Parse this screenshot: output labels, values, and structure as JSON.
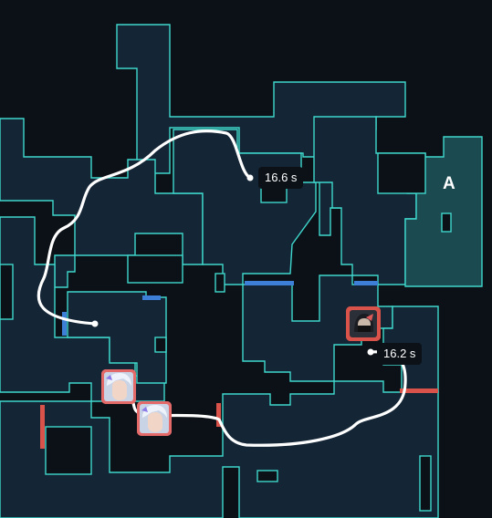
{
  "map": {
    "site_label": "A",
    "colors": {
      "background": "#0b1117",
      "room_fill": "#142536",
      "outline": "#3fd7cc",
      "site_fill": "#1b4a50",
      "door_blue": "#3d7fd6",
      "door_red": "#d9534a",
      "path": "#ffffff"
    }
  },
  "timestamps": {
    "path_1": "16.6 s",
    "path_2": "16.2 s"
  },
  "agents": [
    {
      "team": "enemy",
      "icon": "masked-agent-portrait-icon"
    },
    {
      "team": "ally",
      "icon": "white-hair-agent-portrait-icon"
    },
    {
      "team": "ally",
      "icon": "white-hair-agent-portrait-icon"
    }
  ]
}
